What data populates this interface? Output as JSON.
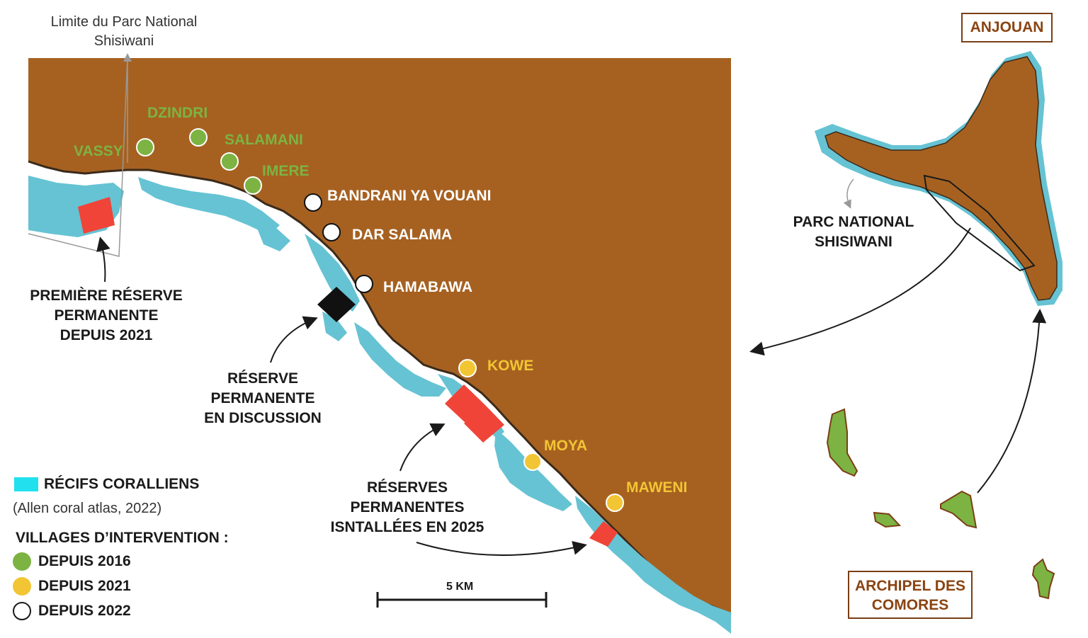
{
  "boundary_label": "Limite du Parc National Shisiwani",
  "villages_2016": [
    "DZINDRI",
    "VASSY",
    "SALAMANI",
    "IMERE"
  ],
  "villages_2022": [
    "BANDRANI YA VOUANI",
    "DAR SALAMA",
    "HAMABAWA"
  ],
  "villages_2021": [
    "KOWE",
    "MOYA",
    "MAWENI"
  ],
  "annotations": {
    "first_reserve": "PREMIÈRE RÉSERVE PERMANENTE DEPUIS 2021",
    "discussion_reserve": "RÉSERVE PERMANENTE EN DISCUSSION",
    "reserves_2025": "RÉSERVES PERMANENTES ISNTALLÉES EN 2025"
  },
  "legend": {
    "reefs": "RÉCIFS CORALLIENS",
    "source": "(Allen coral atlas, 2022)",
    "villages_title": "VILLAGES D’INTERVENTION :",
    "since_2016": "DEPUIS 2016",
    "since_2021": "DEPUIS 2021",
    "since_2022": "DEPUIS 2022"
  },
  "scale": "5 KM",
  "island_label": "ANJOUAN",
  "park_label": "PARC NATIONAL SHISIWANI",
  "archipelago_label": "ARCHIPEL DES COMORES",
  "colors": {
    "land": "#a66121",
    "reef": "#66c3d3",
    "reserve": "#f04438",
    "since_2016": "#7cb342",
    "since_2021": "#f2c534",
    "archipelago_islands": "#7cb342"
  }
}
